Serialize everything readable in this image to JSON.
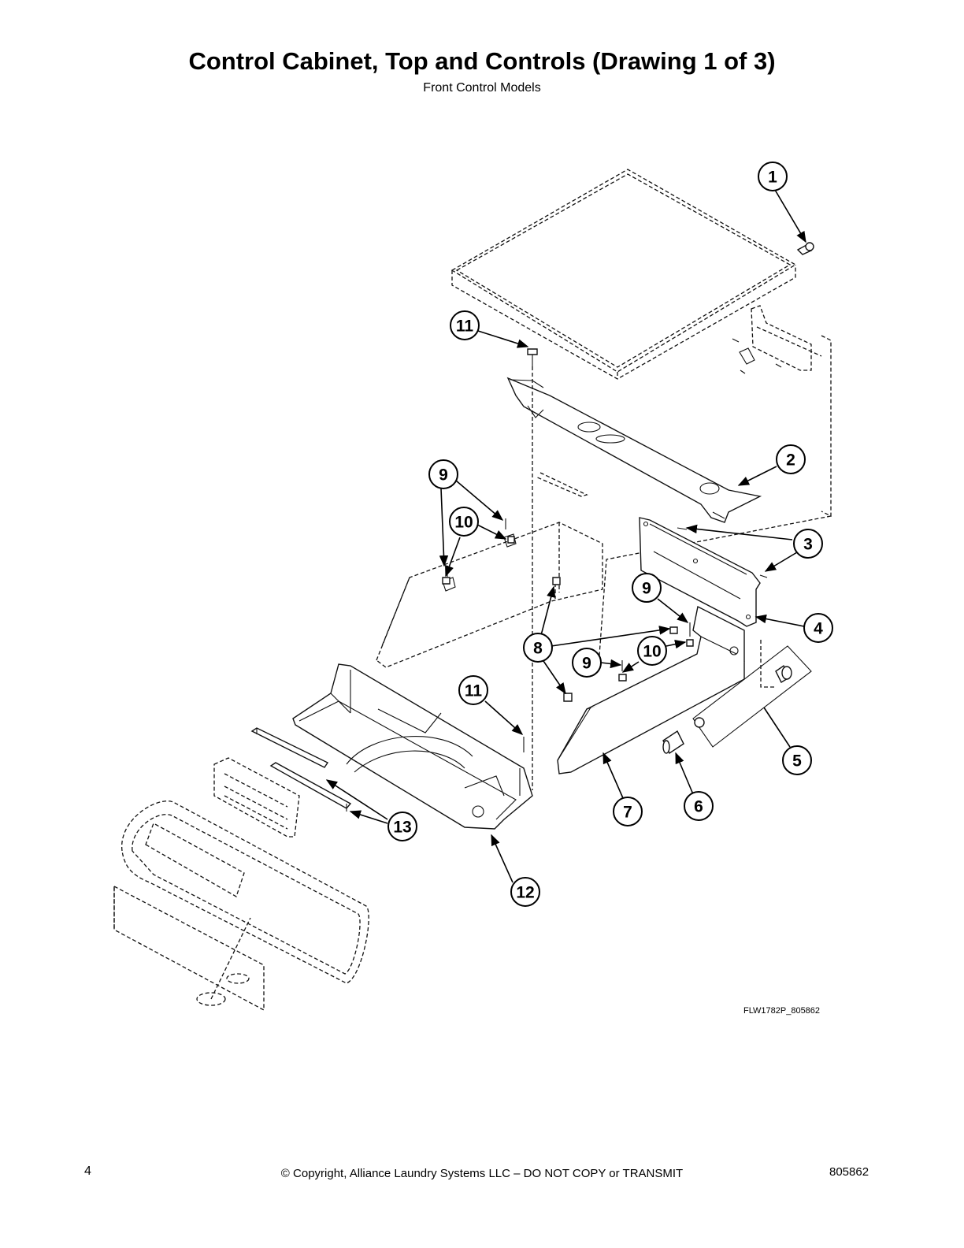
{
  "header": {
    "title": "Control Cabinet, Top and Controls (Drawing 1 of 3)",
    "subtitle": "Front Control Models"
  },
  "diagram": {
    "drawing_code": "FLW1782P_805862",
    "callouts": [
      {
        "id": "c1",
        "label": "1"
      },
      {
        "id": "c2",
        "label": "2"
      },
      {
        "id": "c3",
        "label": "3"
      },
      {
        "id": "c4",
        "label": "4"
      },
      {
        "id": "c5",
        "label": "5"
      },
      {
        "id": "c6",
        "label": "6"
      },
      {
        "id": "c7",
        "label": "7"
      },
      {
        "id": "c8",
        "label": "8"
      },
      {
        "id": "c9a",
        "label": "9"
      },
      {
        "id": "c9b",
        "label": "9"
      },
      {
        "id": "c9c",
        "label": "9"
      },
      {
        "id": "c10a",
        "label": "10"
      },
      {
        "id": "c10b",
        "label": "10"
      },
      {
        "id": "c11a",
        "label": "11"
      },
      {
        "id": "c11b",
        "label": "11"
      },
      {
        "id": "c12",
        "label": "12"
      },
      {
        "id": "c13",
        "label": "13"
      }
    ]
  },
  "footer": {
    "page_number": "4",
    "copyright": "© Copyright, Alliance Laundry Systems LLC – DO NOT COPY or TRANSMIT",
    "document_number": "805862"
  }
}
